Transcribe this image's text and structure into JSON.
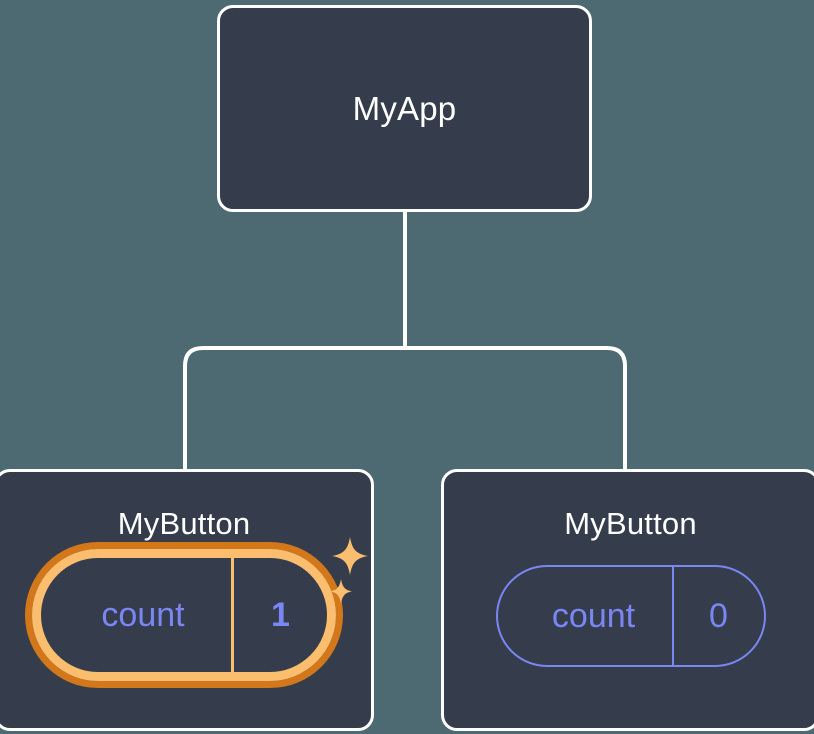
{
  "diagram": {
    "type": "component-tree",
    "background_color": "#4d6a73",
    "node_fill": "#353d4c",
    "node_border": "#ffffff",
    "accent_indigo": "#7b86f5",
    "accent_orange_light": "#fbbe6e",
    "accent_orange_dark": "#d2771a",
    "connector_color": "#ffffff"
  },
  "root": {
    "title": "MyApp"
  },
  "children": [
    {
      "title": "MyButton",
      "state": {
        "key": "count",
        "value": "1"
      },
      "highlighted": true,
      "sparkle_icons": [
        "sparkle-large-icon",
        "sparkle-small-icon"
      ]
    },
    {
      "title": "MyButton",
      "state": {
        "key": "count",
        "value": "0"
      },
      "highlighted": false
    }
  ]
}
